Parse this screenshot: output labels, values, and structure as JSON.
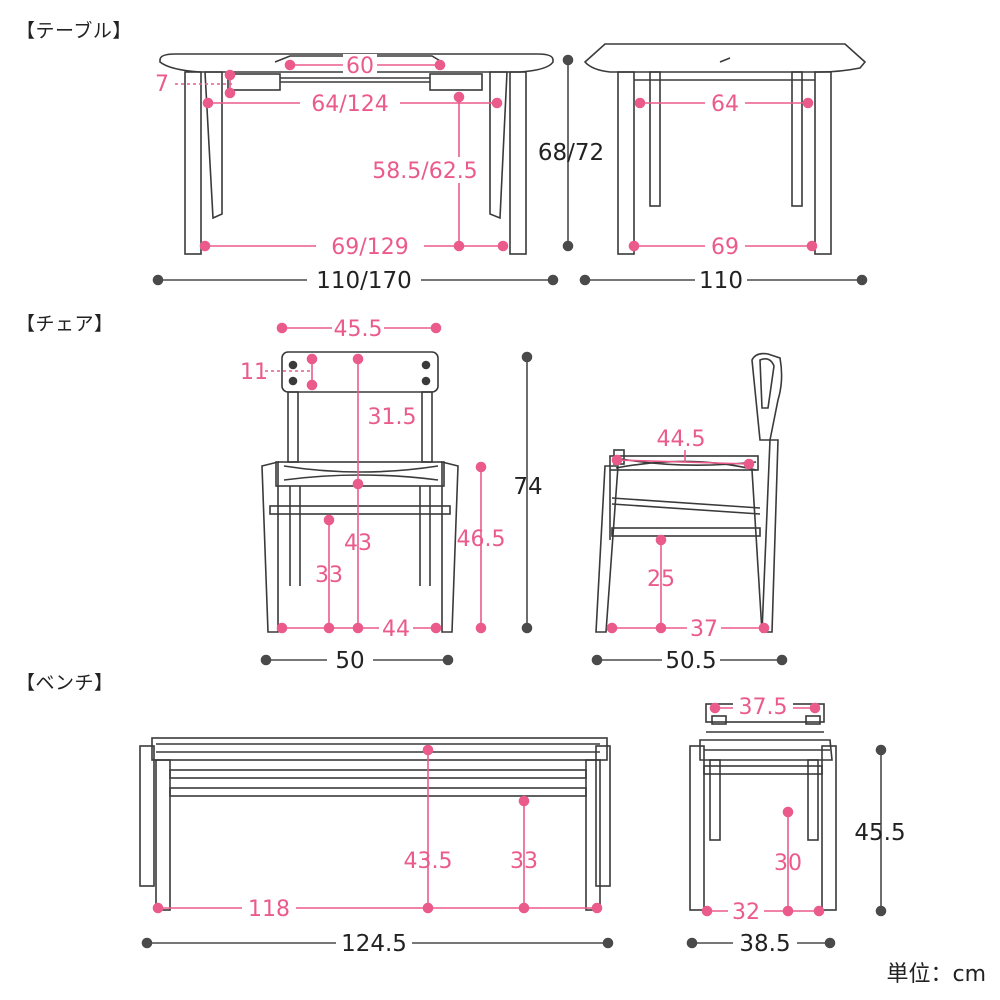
{
  "sections": {
    "table": "【テーブル】",
    "chair": "【チェア】",
    "bench": "【ベンチ】"
  },
  "unit": "単位：cm",
  "colors": {
    "dimension_pink": "#ea5b8c",
    "overall_gray": "#4a4a4a",
    "furniture_line": "#3a3a3a"
  },
  "table": {
    "front": {
      "extension_leaf": "60",
      "apron_height": "7",
      "inner_width_top": "64/124",
      "apron_to_floor": "58.5/62.5",
      "leg_span": "69/129",
      "total_width": "110/170"
    },
    "total_height": "68/72",
    "side": {
      "inner_width_top": "64",
      "leg_span": "69",
      "total_width": "110"
    }
  },
  "chair": {
    "front": {
      "back_width": "45.5",
      "back_height": "11",
      "back_to_seat": "31.5",
      "seat_height_inner": "43",
      "stretcher_height": "33",
      "leg_span": "44",
      "seat_height": "46.5",
      "total_width": "50"
    },
    "total_height": "74",
    "side": {
      "seat_depth": "44.5",
      "stretcher_height": "25",
      "leg_span": "37",
      "total_depth": "50.5"
    }
  },
  "bench": {
    "front": {
      "seat_height_inner": "43.5",
      "stretcher_height": "33",
      "leg_span": "118",
      "total_width": "124.5"
    },
    "side": {
      "seat_width": "37.5",
      "stretcher_height": "30",
      "leg_span": "32",
      "total_depth": "38.5"
    },
    "total_height": "45.5"
  }
}
